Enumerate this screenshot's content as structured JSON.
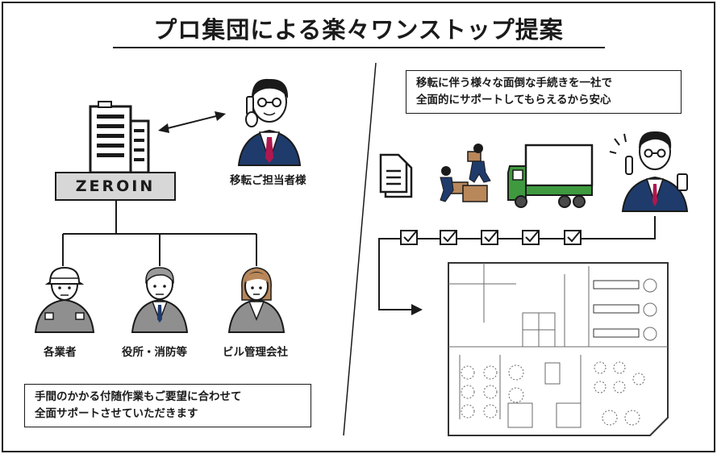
{
  "title": "プロ集団による楽々ワンストップ提案",
  "company": {
    "logo": "ZEROIN"
  },
  "left": {
    "contact_label": "移転ご担当者様",
    "parties": [
      "各業者",
      "役所・消防等",
      "ビル管理会社"
    ],
    "note_lines": [
      "手間のかかる付随作業もご要望に合わせて",
      "全面サポートさせていただきます"
    ]
  },
  "right": {
    "note_lines": [
      "移転に伴う様々な面倒な手続きを一社で",
      "全面的にサポートしてもらえるから安心"
    ]
  },
  "colors": {
    "line": "#1a1a1a",
    "navy": "#1f3b6b",
    "tie": "#b0174f",
    "gray": "#9a9a9a",
    "truck_green": "#3f9a3f",
    "box_brown": "#b8875a"
  }
}
